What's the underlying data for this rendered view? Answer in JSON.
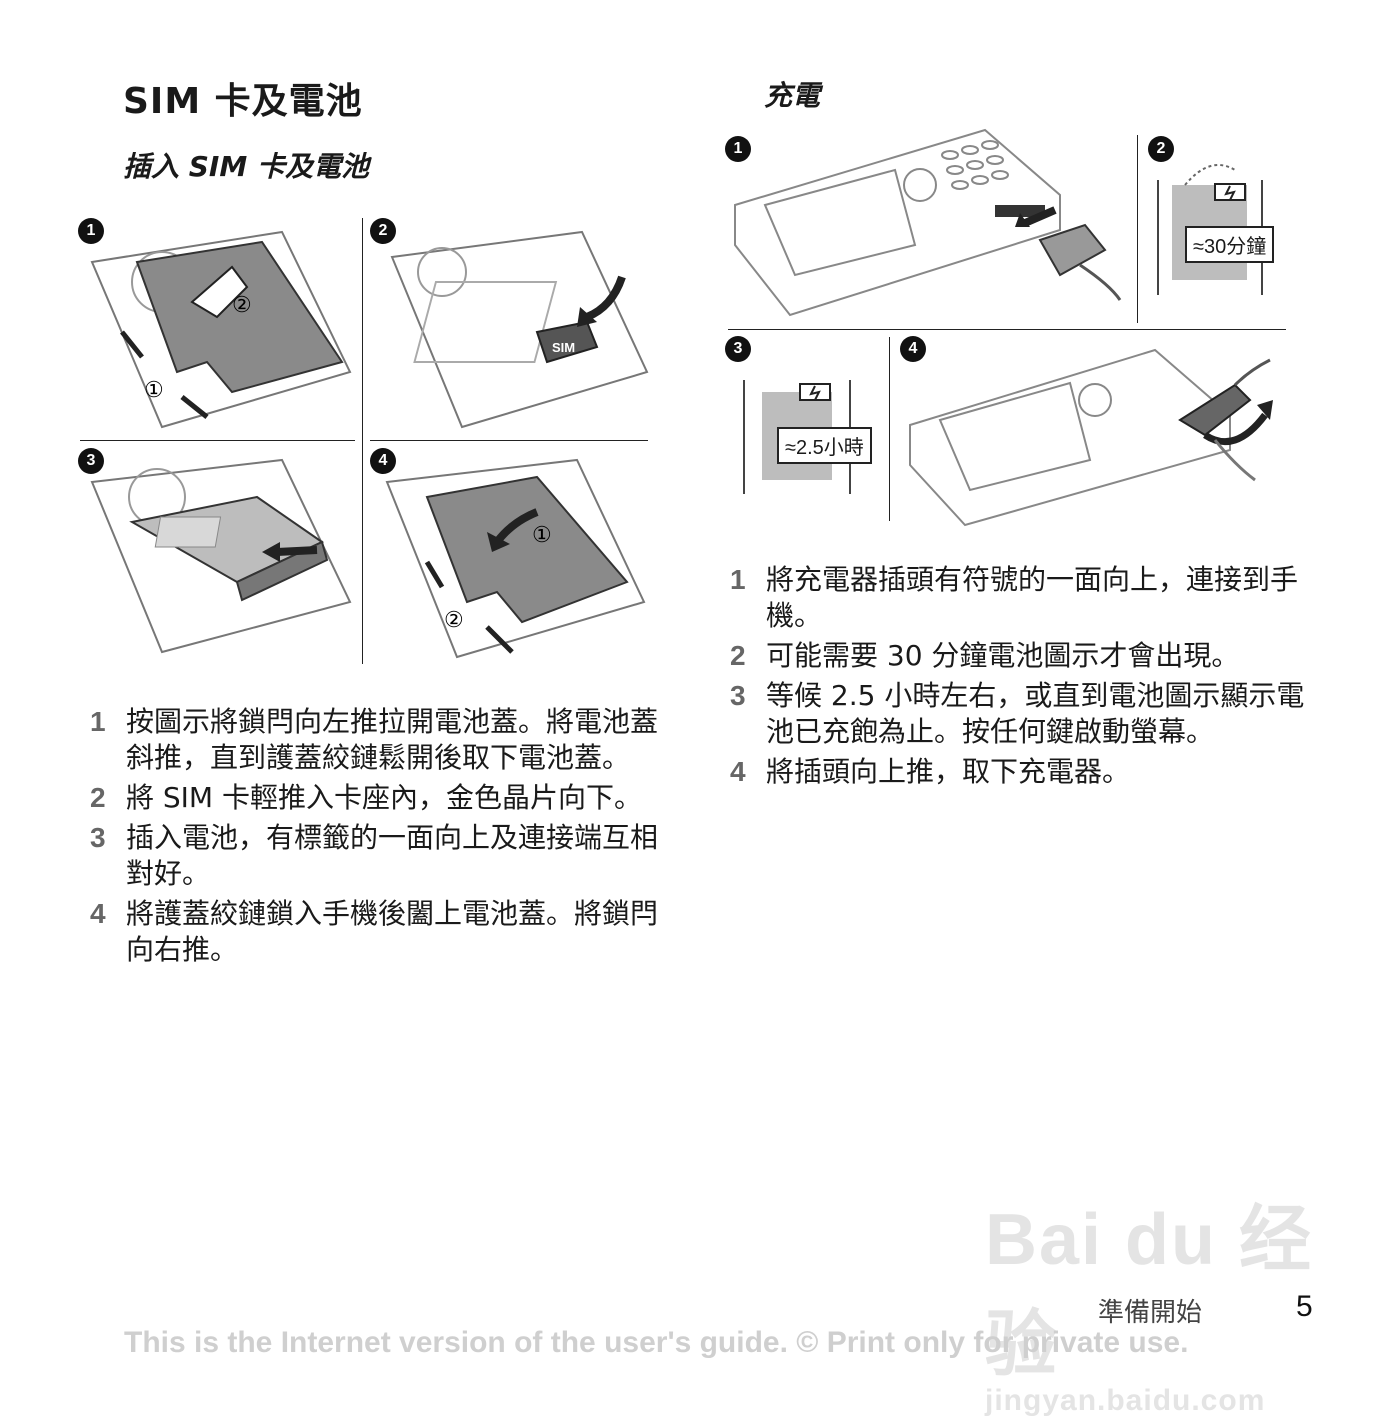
{
  "left_section": {
    "title": "SIM 卡及電池",
    "subtitle": "插入 SIM 卡及電池",
    "illustration_markers": [
      "1",
      "2",
      "3",
      "4"
    ],
    "steps": [
      {
        "num": "1",
        "text": "按圖示將鎖閂向左推拉開電池蓋。將電池蓋斜推，直到護蓋絞鏈鬆開後取下電池蓋。"
      },
      {
        "num": "2",
        "text": "將 SIM 卡輕推入卡座內，金色晶片向下。"
      },
      {
        "num": "3",
        "text": "插入電池，有標籤的一面向上及連接端互相對好。"
      },
      {
        "num": "4",
        "text": "將護蓋絞鏈鎖入手機後闔上電池蓋。將鎖閂向右推。"
      }
    ],
    "callouts": {
      "a": "①",
      "b": "②",
      "sim": "SIM"
    }
  },
  "right_section": {
    "title": "充電",
    "illustration_markers": [
      "1",
      "2",
      "3",
      "4"
    ],
    "label_30": "≈30分鐘",
    "label_25": "≈2.5小時",
    "steps": [
      {
        "num": "1",
        "text": "將充電器插頭有符號的一面向上，連接到手機。"
      },
      {
        "num": "2",
        "text": "可能需要 30 分鐘電池圖示才會出現。"
      },
      {
        "num": "3",
        "text": "等候 2.5 小時左右，或直到電池圖示顯示電池已充飽為止。按任何鍵啟動螢幕。"
      },
      {
        "num": "4",
        "text": "將插頭向上推，取下充電器。"
      }
    ]
  },
  "footer": {
    "section_name": "準備開始",
    "page_number": "5",
    "note": "This is the Internet version of the user's guide. © Print only for private use."
  },
  "watermark": {
    "main": "Bai du 经验",
    "sub": "jingyan.baidu.com"
  }
}
